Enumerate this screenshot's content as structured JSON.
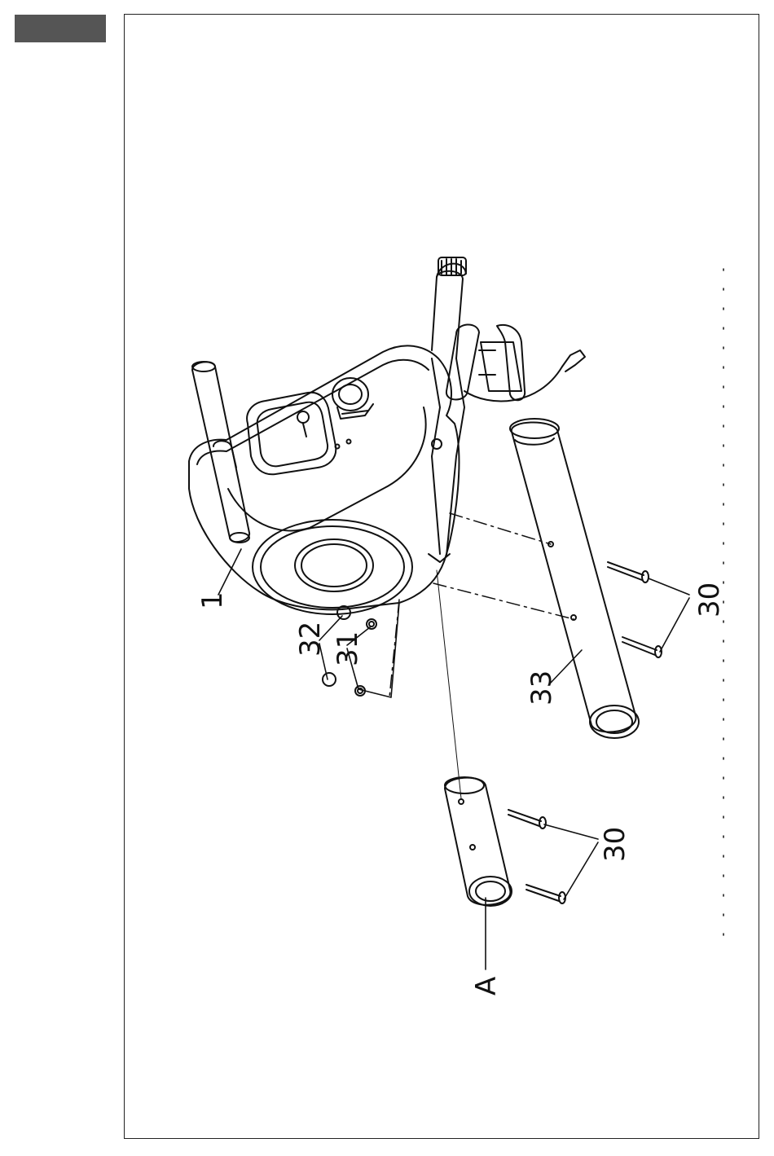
{
  "labels": {
    "part_1": "1",
    "part_32": "32",
    "part_31": "31",
    "part_30_upper": "30",
    "part_33": "33",
    "part_30_lower": "30",
    "part_A": "A"
  },
  "colors": {
    "ink": "#111111",
    "tab": "#555555",
    "paper": "#ffffff"
  }
}
